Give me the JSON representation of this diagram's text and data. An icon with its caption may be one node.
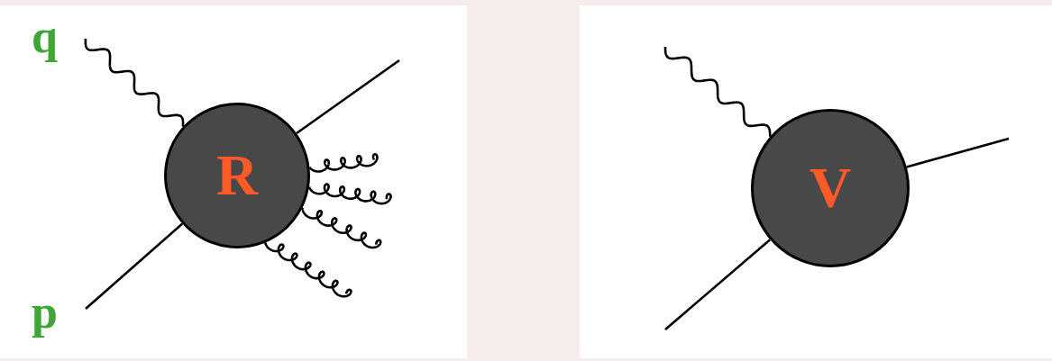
{
  "diagram": {
    "nodes": [
      {
        "text": [
          "q"
        ]
      },
      {
        "text": [
          "p"
        ]
      },
      {
        "text": [
          "R"
        ]
      },
      {
        "text": [
          "V"
        ]
      }
    ],
    "edges": [
      {
        "from": 0,
        "to": 2,
        "arrow": "none"
      },
      {
        "from": 1,
        "to": 2,
        "arrow": "none"
      },
      {
        "from": 2,
        "to": null,
        "arrow": "none"
      },
      {
        "from": 2,
        "to": null,
        "arrow": "none"
      },
      {
        "from": 2,
        "to": null,
        "arrow": "none"
      },
      {
        "from": 2,
        "to": null,
        "arrow": "none"
      },
      {
        "from": 2,
        "to": null,
        "arrow": "none"
      },
      {
        "from": null,
        "to": 3,
        "arrow": "none"
      },
      {
        "from": null,
        "to": 3,
        "arrow": "none"
      },
      {
        "from": 3,
        "to": null,
        "arrow": "none"
      }
    ]
  }
}
